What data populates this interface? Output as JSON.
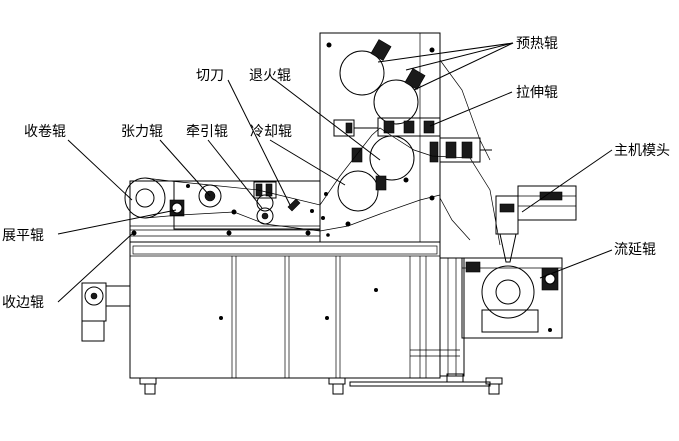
{
  "labels": {
    "yure": "预热辊",
    "lashen": "拉伸辊",
    "zhuji": "主机模头",
    "liuyan": "流延辊",
    "qiedao": "切刀",
    "tuihuo": "退火辊",
    "shoujuan": "收卷辊",
    "zhangli": "张力辊",
    "qianyin": "牵引辊",
    "lengque": "冷却辊",
    "zhanping": "展平辊",
    "shoubian": "收边辊"
  }
}
